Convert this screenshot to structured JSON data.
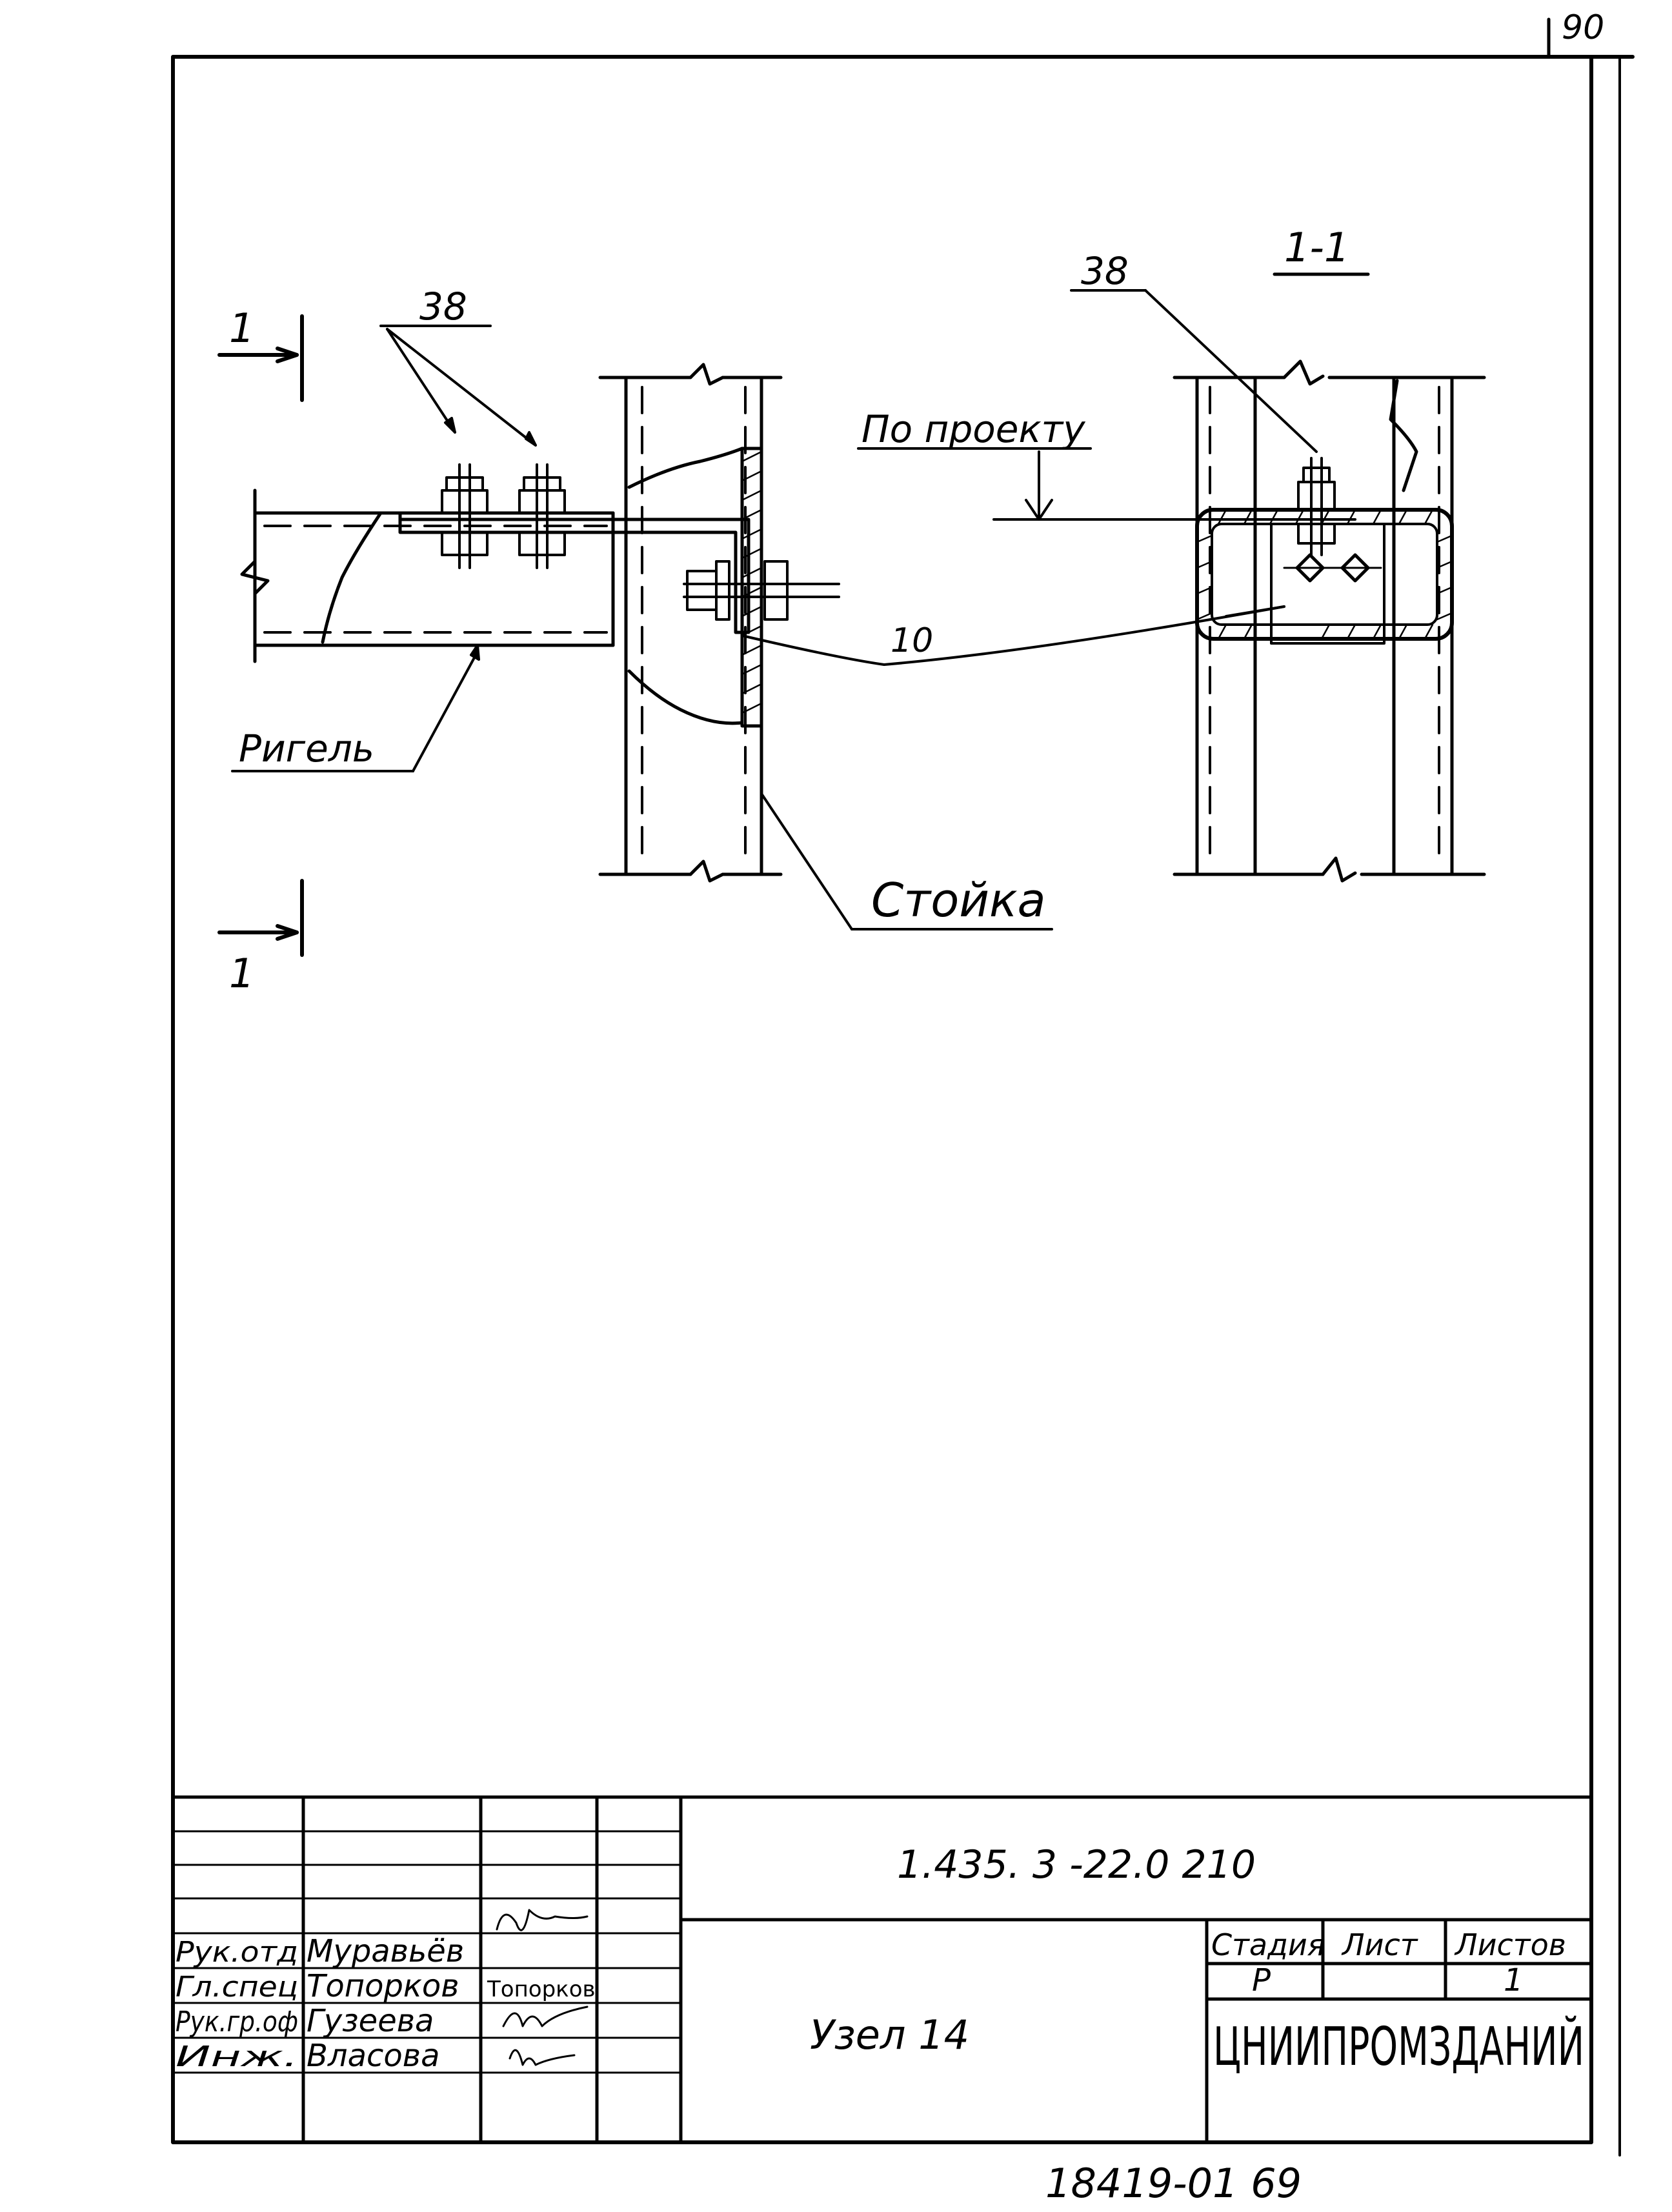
{
  "sheet_corner_number": "90",
  "section_marks": {
    "left_top": "1",
    "left_bottom": "1",
    "section_title": "1-1"
  },
  "callouts": {
    "bolts_left": "38",
    "bolts_right": "38",
    "plate": "10",
    "by_project": "По проекту",
    "beam": "Ригель",
    "column": "Стойка"
  },
  "title_block": {
    "document_code": "1.435. 3 -22.0  210",
    "title": "Узел 14",
    "stage_header": "Стадия",
    "sheet_header": "Лист",
    "sheets_header": "Листов",
    "stage_value": "Р",
    "sheet_value": "",
    "sheets_value": "1",
    "organization": "ЦНИИПРОМЗДАНИЙ",
    "signatories": [
      {
        "role": "Рук.отд",
        "name": "Муравьёв",
        "signature": ""
      },
      {
        "role": "Гл.спец",
        "name": "Топорков",
        "signature": "Топорков"
      },
      {
        "role": "Рук.гр.оф",
        "name": "Гузеева",
        "signature": ""
      },
      {
        "role": "Инж.",
        "name": "Власова",
        "signature": ""
      }
    ]
  },
  "footer_number": "18419-01 69"
}
